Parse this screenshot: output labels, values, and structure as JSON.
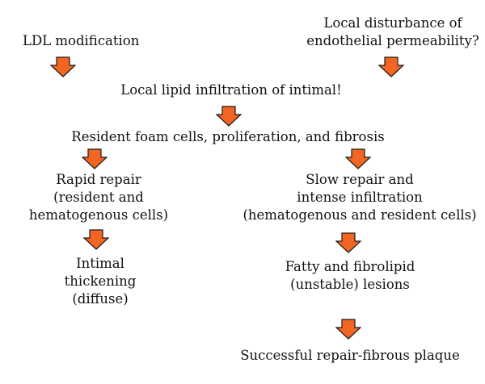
{
  "colors": {
    "arrow_fill": "#f26522",
    "arrow_stroke": "#1a1a1a",
    "text": "#111111"
  },
  "icons": {
    "flow_arrow": "down-block-arrow-icon"
  },
  "nodes": {
    "ldl_modification": {
      "lines": [
        "LDL modification"
      ]
    },
    "endothelial_permeability": {
      "lines": [
        "Local disturbance of",
        "endothelial permeability?"
      ]
    },
    "lipid_infiltration": {
      "lines": [
        "Local lipid infiltration of intimal!"
      ]
    },
    "foam_cells": {
      "lines": [
        "Resident foam cells, proliferation, and fibrosis"
      ]
    },
    "rapid_repair": {
      "lines": [
        "Rapid repair",
        "(resident and",
        "hematogenous cells)"
      ]
    },
    "slow_repair": {
      "lines": [
        "Slow repair and",
        "intense infiltration",
        "(hematogenous and resident cells)"
      ]
    },
    "intimal_thickening": {
      "lines": [
        "Intimal",
        "thickening",
        "(diffuse)"
      ]
    },
    "fatty_lesions": {
      "lines": [
        "Fatty and fibrolipid",
        "(unstable) lesions"
      ]
    },
    "fibrous_plaque": {
      "lines": [
        "Successful repair-fibrous plaque"
      ]
    }
  }
}
